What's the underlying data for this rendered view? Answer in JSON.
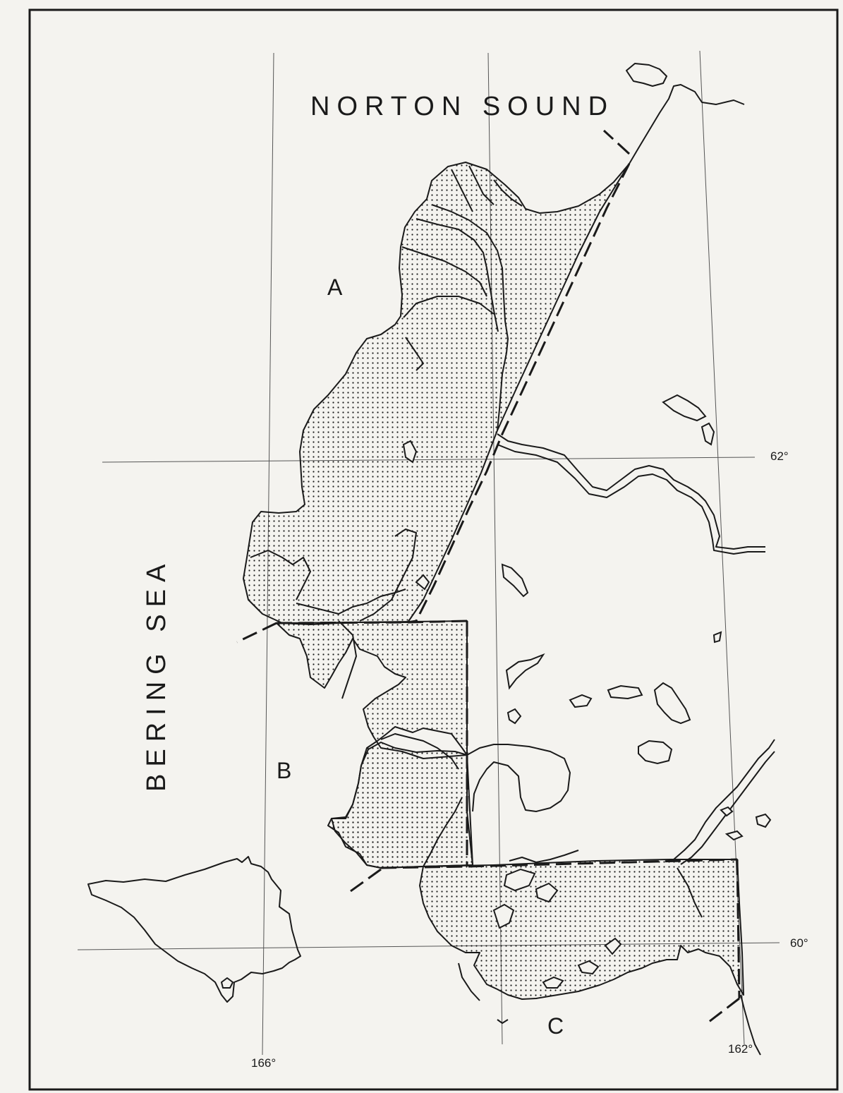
{
  "labels": {
    "norton_sound": "NORTON SOUND",
    "bering_sea": "BERING SEA",
    "area_a": "A",
    "area_b": "B",
    "area_c": "C"
  },
  "coordinates": {
    "lat_62": "62°",
    "lat_60": "60°",
    "lon_166": "166°",
    "lon_162": "162°"
  },
  "colors": {
    "ink": "#1a1a1a",
    "paper": "#f4f3ef"
  }
}
